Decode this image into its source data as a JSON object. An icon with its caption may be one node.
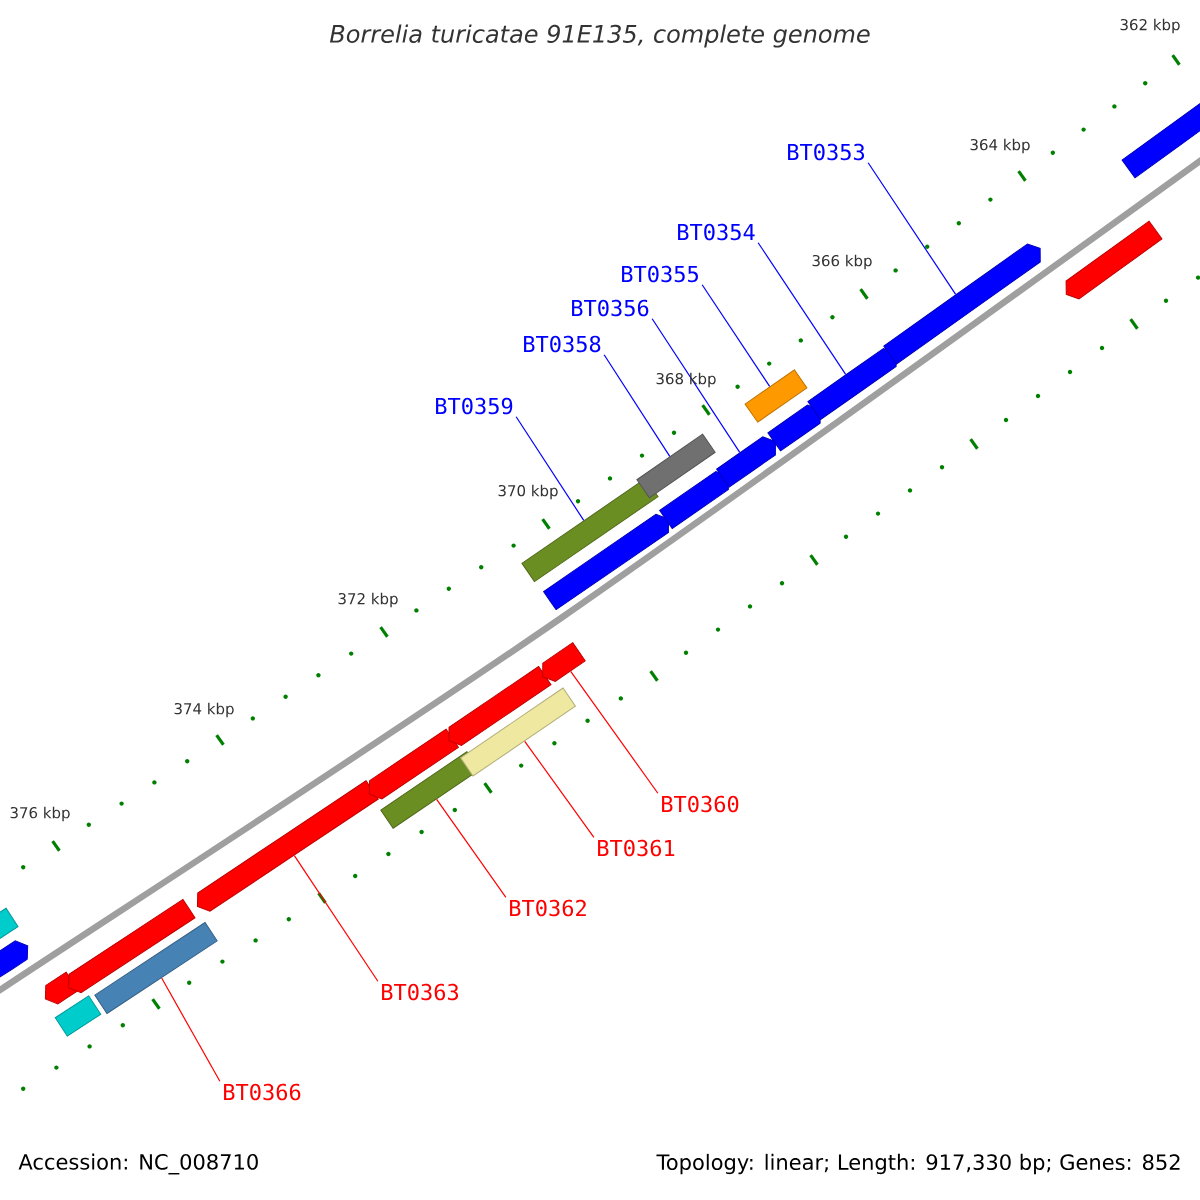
{
  "diagram": {
    "title": "Borrelia turicatae 91E135, complete genome",
    "nodes": [
      {
        "text": [
          "BT0353"
        ]
      },
      {
        "text": [
          "BT0354"
        ]
      },
      {
        "text": [
          "BT0355"
        ]
      },
      {
        "text": [
          "BT0356"
        ]
      },
      {
        "text": [
          "BT0358"
        ]
      },
      {
        "text": [
          "BT0359"
        ]
      },
      {
        "text": [
          "BT0360"
        ]
      },
      {
        "text": [
          "BT0361"
        ]
      },
      {
        "text": [
          "BT0362"
        ]
      },
      {
        "text": [
          "BT0363"
        ]
      },
      {
        "text": [
          "BT0366"
        ]
      },
      {
        "text": [],
        "shape": "box"
      },
      {
        "text": [],
        "shape": "arrow"
      },
      {
        "text": [],
        "shape": "arrow"
      },
      {
        "text": [],
        "shape": "box"
      },
      {
        "text": [],
        "shape": "arrow"
      },
      {
        "text": [],
        "shape": "box"
      },
      {
        "text": [],
        "shape": "arrow"
      },
      {
        "text": [],
        "shape": "arrow"
      },
      {
        "text": [],
        "shape": "box"
      },
      {
        "text": [],
        "shape": "arrow"
      },
      {
        "text": [],
        "shape": "box"
      },
      {
        "text": [],
        "shape": "arrow"
      },
      {
        "text": [],
        "shape": "box"
      },
      {
        "text": [],
        "shape": "arrow"
      },
      {
        "text": [],
        "shape": "box"
      },
      {
        "text": [],
        "shape": "arrow"
      },
      {
        "text": [],
        "shape": "arrow"
      },
      {
        "text": [],
        "shape": "box"
      },
      {
        "text": [],
        "shape": "arrow"
      },
      {
        "text": [],
        "shape": "arrow"
      },
      {
        "text": [],
        "shape": "arrow"
      },
      {
        "text": [],
        "shape": "arrow"
      },
      {
        "text": [],
        "shape": "arrow"
      }
    ],
    "edges": [
      {
        "from": 0,
        "to": 31,
        "arrow": "none"
      },
      {
        "from": 1,
        "to": 30,
        "arrow": "none"
      },
      {
        "from": 2,
        "to": 28,
        "arrow": "none"
      },
      {
        "from": 3,
        "to": 27,
        "arrow": "none"
      },
      {
        "from": 4,
        "to": 25,
        "arrow": "none"
      },
      {
        "from": 5,
        "to": 23,
        "arrow": "none"
      },
      {
        "from": 6,
        "to": 22,
        "arrow": "none",
        "color": "#ff0000"
      },
      {
        "from": 7,
        "to": 21,
        "arrow": "none",
        "color": "#ff0000"
      },
      {
        "from": 8,
        "to": 19,
        "arrow": "none",
        "color": "#ff0000"
      },
      {
        "from": 9,
        "to": 17,
        "arrow": "none",
        "color": "#ff0000"
      },
      {
        "from": 10,
        "to": 16,
        "arrow": "none",
        "color": "#ff0000"
      }
    ],
    "labels": [
      "362 kbp",
      "364 kbp",
      "366 kbp",
      "368 kbp",
      "370 kbp",
      "372 kbp",
      "374 kbp",
      "376 kbp",
      "Accession: NC_008710",
      "Topology: linear; Length: 917,330 bp; Genes: 852"
    ]
  }
}
